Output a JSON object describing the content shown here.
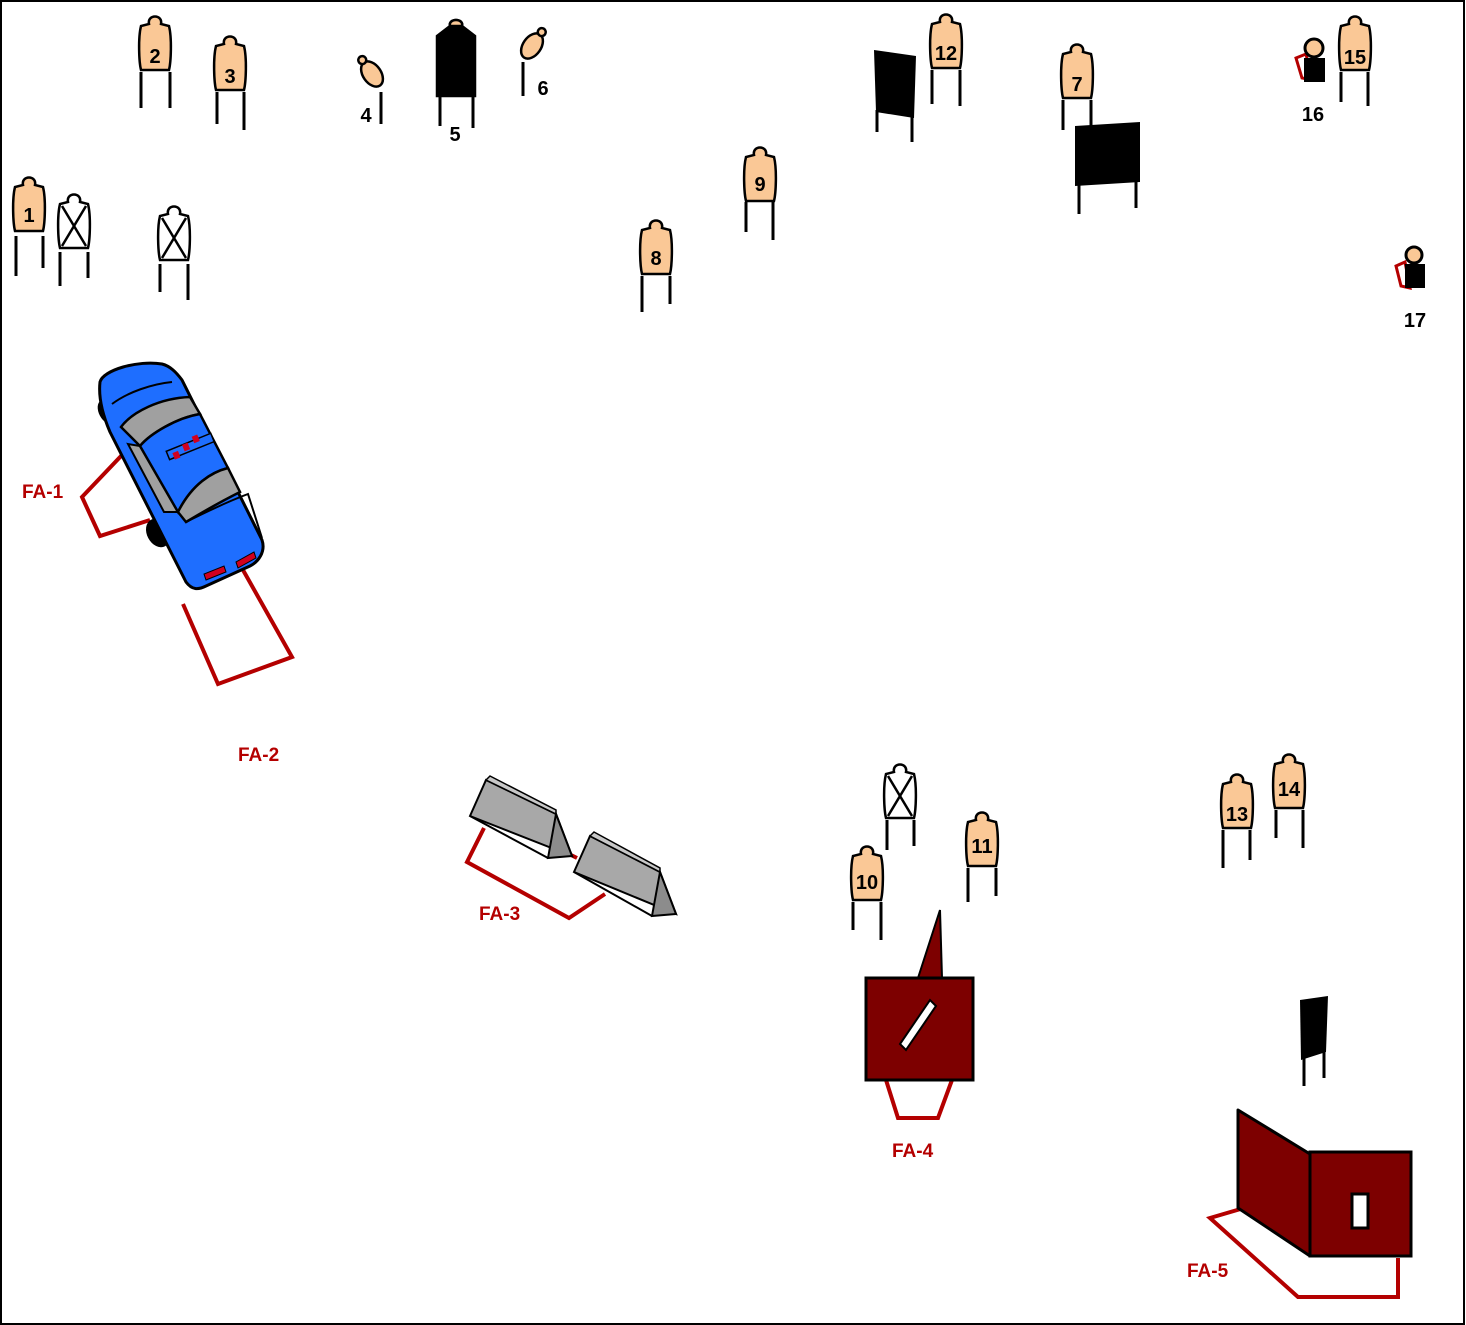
{
  "targets": [
    {
      "id": "t1",
      "label": "1"
    },
    {
      "id": "t2",
      "label": "2"
    },
    {
      "id": "t3",
      "label": "3"
    },
    {
      "id": "t4",
      "label": "4"
    },
    {
      "id": "t5",
      "label": "5"
    },
    {
      "id": "t6",
      "label": "6"
    },
    {
      "id": "t7",
      "label": "7"
    },
    {
      "id": "t8",
      "label": "8"
    },
    {
      "id": "t9",
      "label": "9"
    },
    {
      "id": "t10",
      "label": "10"
    },
    {
      "id": "t11",
      "label": "11"
    },
    {
      "id": "t12",
      "label": "12"
    },
    {
      "id": "t13",
      "label": "13"
    },
    {
      "id": "t14",
      "label": "14"
    },
    {
      "id": "t15",
      "label": "15"
    },
    {
      "id": "t16",
      "label": "16"
    },
    {
      "id": "t17",
      "label": "17"
    }
  ],
  "fault_areas": [
    "FA-1",
    "FA-2",
    "FA-3",
    "FA-4",
    "FA-5"
  ],
  "colors": {
    "target_fill": "#fac896",
    "fault_line": "#b40000",
    "car_body": "#1e6eff",
    "barrier": "#a8a8a8",
    "wall": "#7d0000",
    "hard_cover": "#000000"
  }
}
